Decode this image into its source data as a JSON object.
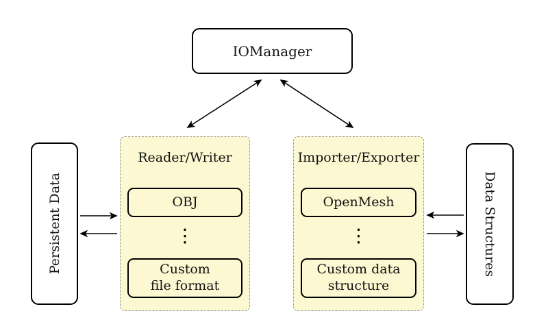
{
  "nodes": {
    "iomanager": {
      "label": "IOManager"
    },
    "persistent_data": {
      "label": "Persistent Data"
    },
    "data_structures": {
      "label": "Data Structures"
    },
    "reader_writer": {
      "title": "Reader/Writer",
      "items": [
        {
          "label": "OBJ"
        },
        {
          "label": "Custom\nfile format"
        }
      ],
      "ellipsis": "⋮"
    },
    "importer_exporter": {
      "title": "Importer/Exporter",
      "items": [
        {
          "label": "OpenMesh"
        },
        {
          "label": "Custom data\nstructure"
        }
      ],
      "ellipsis": "⋮"
    }
  },
  "arrows": [
    {
      "name": "iomanager-readerwriter",
      "type": "double"
    },
    {
      "name": "iomanager-importerexporter",
      "type": "double"
    },
    {
      "name": "persistentdata-to-readerwriter",
      "type": "single"
    },
    {
      "name": "readerwriter-to-persistentdata",
      "type": "single"
    },
    {
      "name": "datastructures-to-importerexporter",
      "type": "single"
    },
    {
      "name": "importerexporter-to-datastructures",
      "type": "single"
    }
  ],
  "colors": {
    "panel_fill": "#FBF8D2",
    "panel_border": "#999999",
    "node_fill": "#FFFFFF",
    "line": "#000000"
  }
}
